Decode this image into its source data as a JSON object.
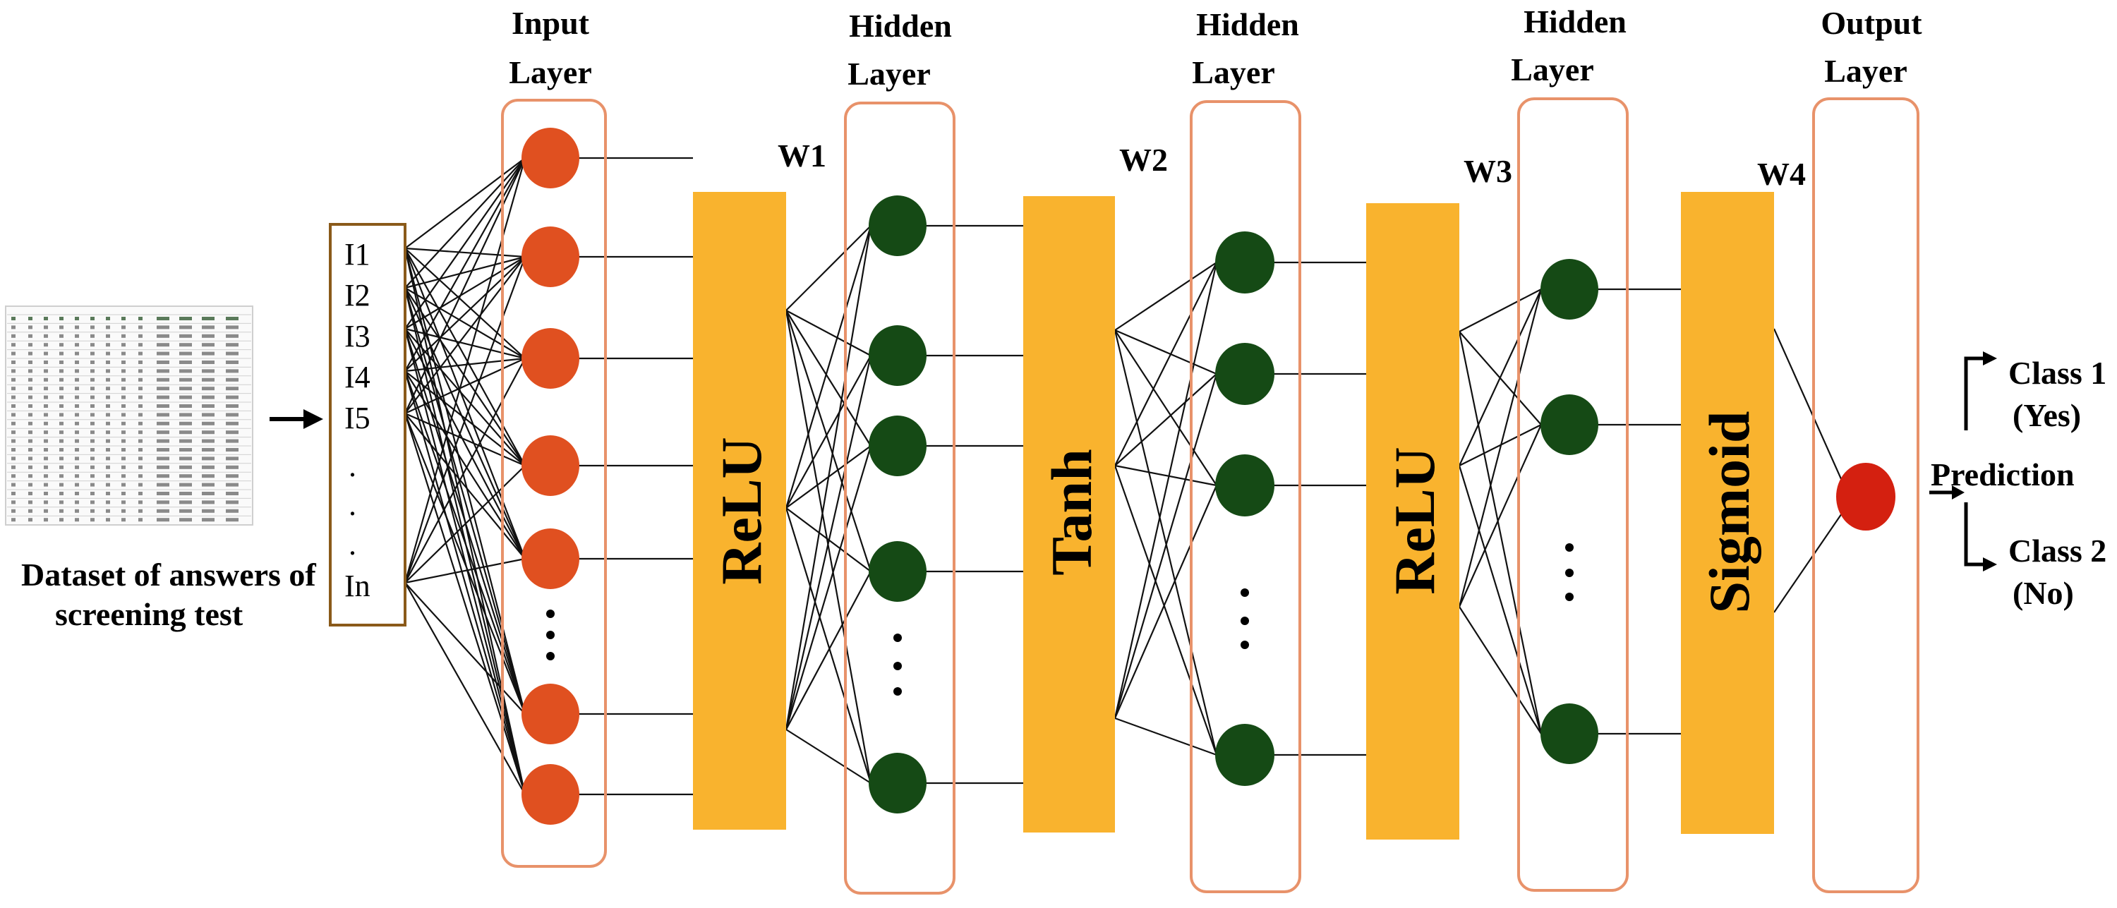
{
  "dataset": {
    "caption_line1": "Dataset of answers of",
    "caption_line2": "screening test"
  },
  "input_box": {
    "labels": [
      "I1",
      "I2",
      "I3",
      "I4",
      "I5",
      ".",
      ".",
      ".",
      "In"
    ]
  },
  "layers": [
    {
      "title_line1": "Input",
      "title_line2": "Layer"
    },
    {
      "title_line1": "Hidden",
      "title_line2": "Layer"
    },
    {
      "title_line1": "Hidden",
      "title_line2": "Layer"
    },
    {
      "title_line1": "Hidden",
      "title_line2": "Layer"
    },
    {
      "title_line1": "Output",
      "title_line2": "Layer"
    }
  ],
  "activations": [
    "ReLU",
    "Tanh",
    "ReLU",
    "Sigmoid"
  ],
  "weights": [
    "W1",
    "W2",
    "W3",
    "W4"
  ],
  "prediction": {
    "label": "Prediction",
    "class1_line1": "Class 1",
    "class1_line2": "(Yes)",
    "class2_line1": "Class 2",
    "class2_line2": "(No)"
  },
  "colors": {
    "input_node": "#e05020",
    "hidden_node": "#154a15",
    "output_node": "#d42010",
    "activation_bar": "#f9b32e",
    "layer_border": "#e8926a",
    "input_box_border": "#8a5a1a"
  }
}
